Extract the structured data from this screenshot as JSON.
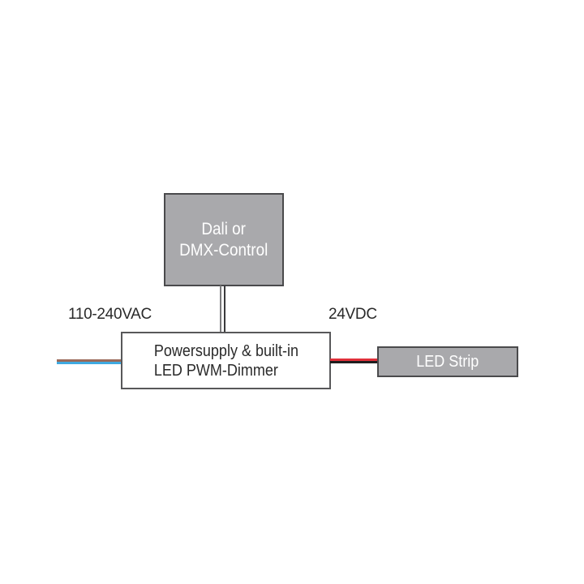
{
  "diagram": {
    "control_box": {
      "line1": "Dali or",
      "line2": "DMX-Control"
    },
    "main_box": {
      "line1": "Powersupply & built-in",
      "line2": "LED PWM-Dimmer"
    },
    "led_strip": {
      "label": "LED Strip"
    },
    "input_label": "110-240VAC",
    "output_label": "24VDC",
    "colors": {
      "ac_live_wire": "#9a6a5a",
      "ac_neutral_wire": "#3fa9e0",
      "dc_positive_wire": "#e0303a",
      "dc_negative_wire": "#1e1e1e",
      "control_wires": "#4a4a4c",
      "gray_box_fill": "#a9a9ac"
    }
  }
}
